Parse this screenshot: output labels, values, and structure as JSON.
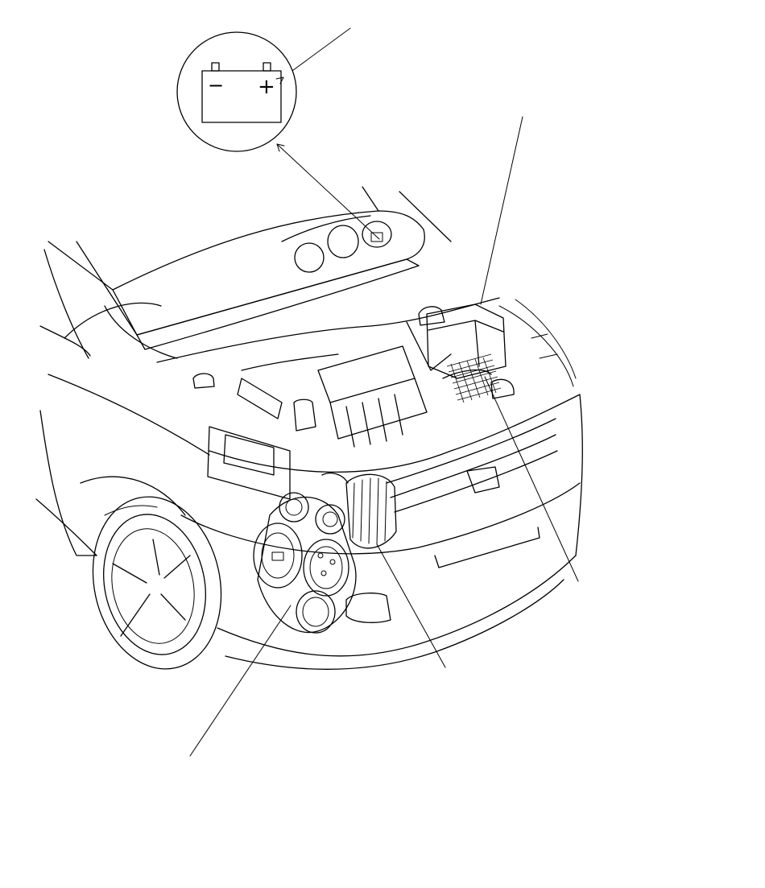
{
  "diagram": {
    "background": "#ffffff",
    "line_color": "#000000",
    "battery_symbol": {
      "negative_terminal": "−",
      "positive_terminal": "+"
    },
    "icons": [
      "battery-icon",
      "car-front-engine-bay-illustration",
      "serpentine-belt-pulleys",
      "alternator",
      "relay-fuse-box"
    ]
  }
}
